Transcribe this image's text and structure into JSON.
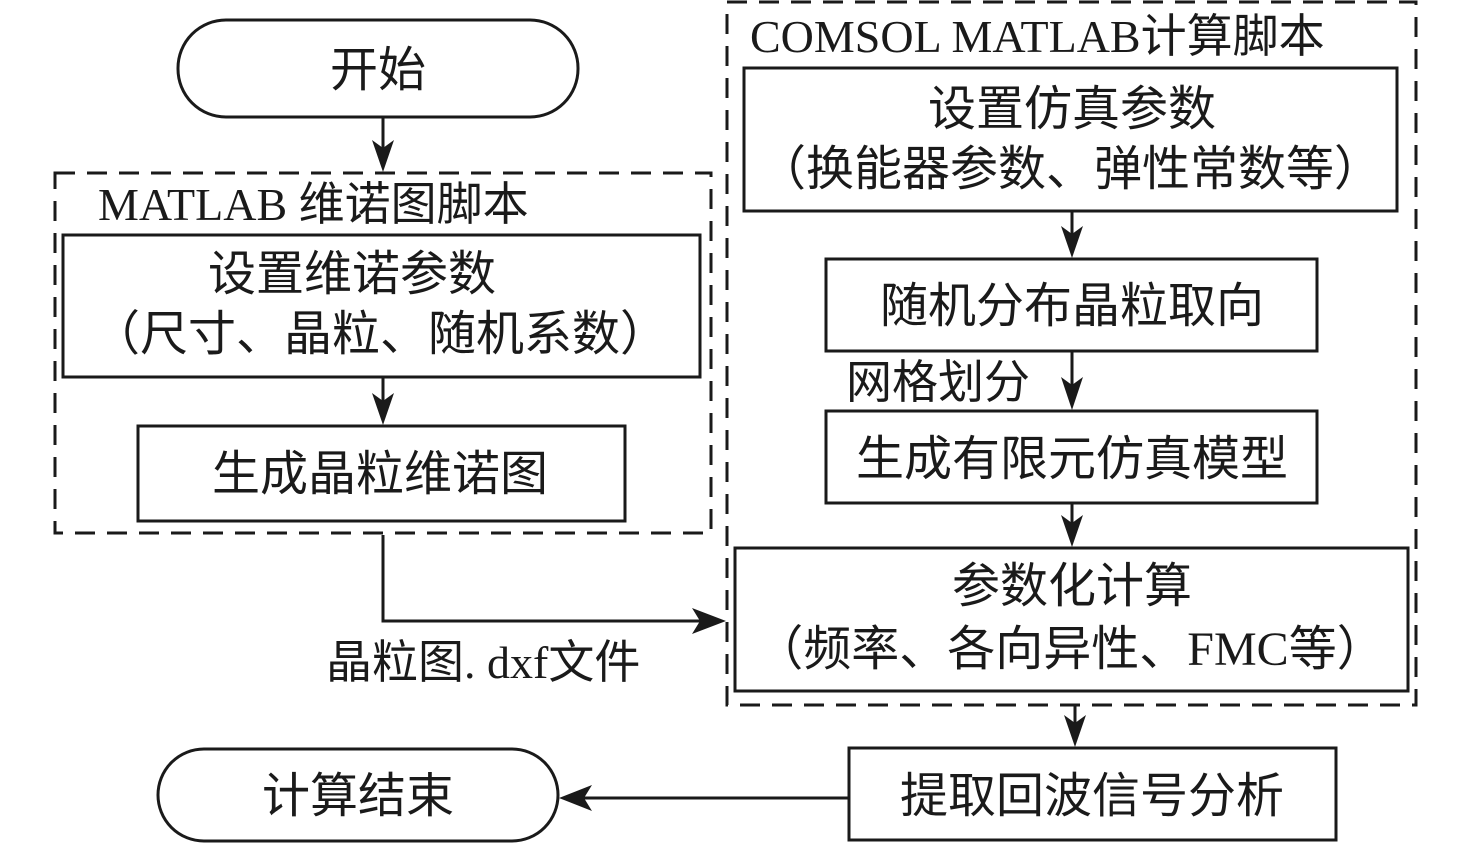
{
  "diagram": {
    "start": "开始",
    "end": "计算结束",
    "matlab_group": {
      "title": "MATLAB 维诺图脚本",
      "set_params": {
        "line1": "设置维诺参数",
        "line2": "（尺寸、晶粒、随机系数）"
      },
      "generate": "生成晶粒维诺图"
    },
    "comsol_group": {
      "title": "COMSOL MATLAB计算脚本",
      "set_sim": {
        "line1": "设置仿真参数",
        "line2": "（换能器参数、弹性常数等）"
      },
      "random_orient": "随机分布晶粒取向",
      "mesh_label": "网格划分",
      "fe_model": "生成有限元仿真模型",
      "param_calc": {
        "line1": "参数化计算",
        "line2": "（频率、各向异性、FMC等）"
      }
    },
    "dxf_label": "晶粒图. dxf文件",
    "extract": "提取回波信号分析"
  }
}
